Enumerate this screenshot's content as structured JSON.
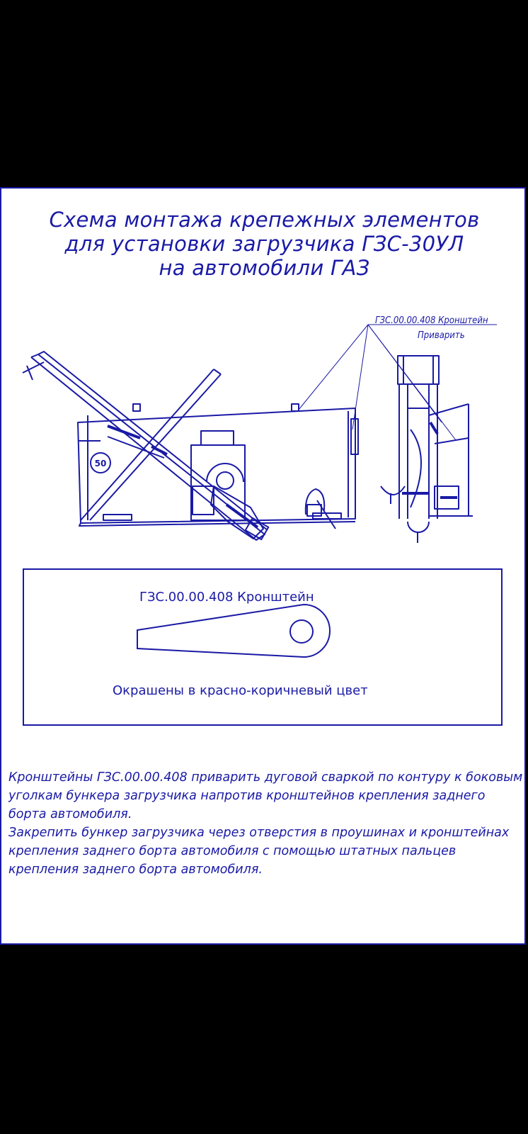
{
  "title": {
    "line1": "Схема монтажа крепежных элементов",
    "line2": "для установки загрузчика ГЗС-30УЛ",
    "line3": "на автомобили ГАЗ"
  },
  "callout": {
    "part": "ГЗС.00.00.408 Кронштейн",
    "action": "Приварить"
  },
  "drawing": {
    "badge": "50",
    "line_color": "#1a1aa6"
  },
  "detail": {
    "title": "ГЗС.00.00.408 Кронштейн",
    "note": "Окрашены в красно-коричневый цвет"
  },
  "instructions": {
    "p1": "Кронштейны ГЗС.00.00.408 приварить дуговой сваркой по контуру к боковым уголкам бункера загрузчика напротив кронштейнов крепления заднего борта автомобиля.",
    "p2": "Закрепить бункер загрузчика через отверстия в проушинах и кронштейнах крепления заднего борта автомобиля с помощью штатных пальцев крепления заднего борта автомобиля."
  }
}
